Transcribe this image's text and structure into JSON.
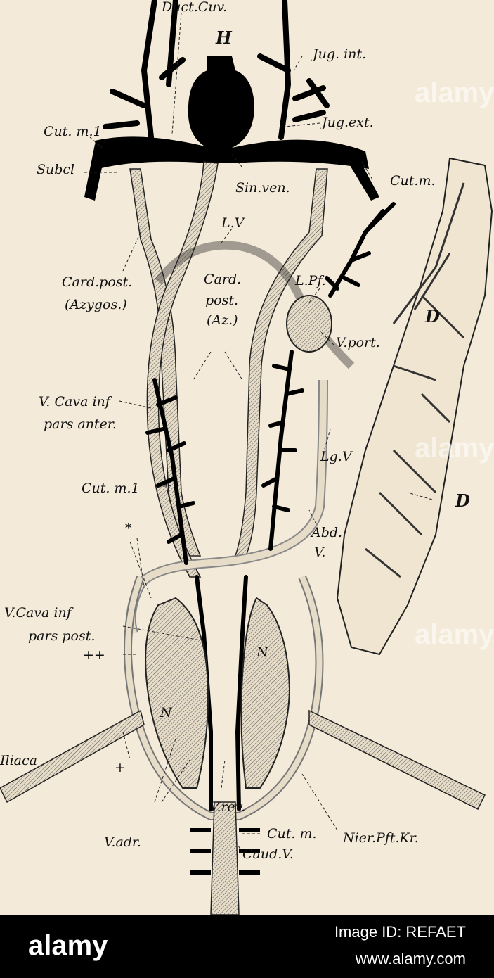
{
  "diagram": {
    "labels": {
      "duct_cuv": "Duct.Cuv.",
      "h": "H",
      "jug_int": "Jug. int.",
      "cut_m1_top": "Cut. m.1",
      "jug_ext": "Jug.ext.",
      "subcl": "Subcl",
      "cut_m_top": "Cut.m.",
      "sin_ven": "Sin.ven.",
      "lv": "L.V",
      "card_post_azygos_1": "Card.post.",
      "card_post_azygos_2": "(Azygos.)",
      "card_post_az_1": "Card.",
      "card_post_az_2": "post.",
      "card_post_az_3": "(Az.)",
      "lpf": "L.Pf.",
      "d_top": "D",
      "v_port": "V.port.",
      "vcava_anter_1": "V. Cava inf",
      "vcava_anter_2": "pars anter.",
      "lgv": "Lg.V",
      "cut_m1_mid": "Cut. m.1",
      "d_bottom": "D",
      "abd_v_1": "Abd.",
      "abd_v_2": "V.",
      "asterisk": "*",
      "vcava_post_1": "V.Cava inf",
      "vcava_post_2": "pars post.",
      "double_dagger": "++",
      "n_right": "N",
      "n_left": "N",
      "iliaca": "Iliaca",
      "dagger": "+",
      "vrev": "V.rev.",
      "v_adr": "V.adr.",
      "cut_m_bottom": "Cut. m.",
      "nier_pft_kr": "Nier.Pft.Kr.",
      "caud_v": "Caud.V."
    }
  },
  "watermarks": [
    "alamy",
    "alamy",
    "alamy"
  ],
  "footer": {
    "brand": "alamy",
    "image_id": "Image ID: REFAET",
    "url": "www.alamy.com"
  },
  "colors": {
    "background": "#f3ead9",
    "ink": "#111111",
    "vessel_fill": "#e6dcc8",
    "footer": "#000000"
  }
}
